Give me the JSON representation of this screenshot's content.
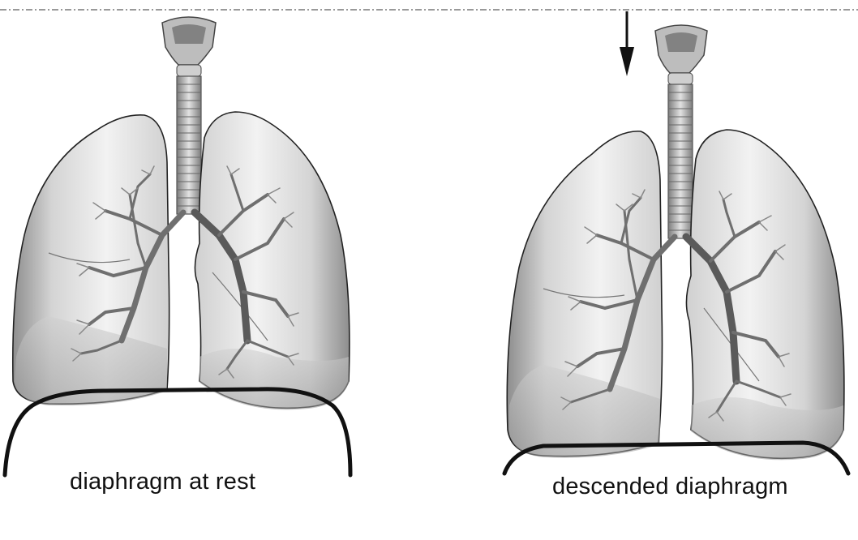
{
  "diagram": {
    "panels": [
      {
        "id": "rest",
        "caption": "diaphragm at rest"
      },
      {
        "id": "descended",
        "caption": "descended diaphragm"
      }
    ],
    "colors": {
      "lung_fill": "#d9d9d9",
      "lung_highlight": "#f4f4f4",
      "lung_shadow": "#8f8f8f",
      "airway": "#8a8a8a",
      "diaphragm": "#111111",
      "reference_line": "#333333"
    },
    "icons": [
      "down-arrow-icon"
    ]
  }
}
